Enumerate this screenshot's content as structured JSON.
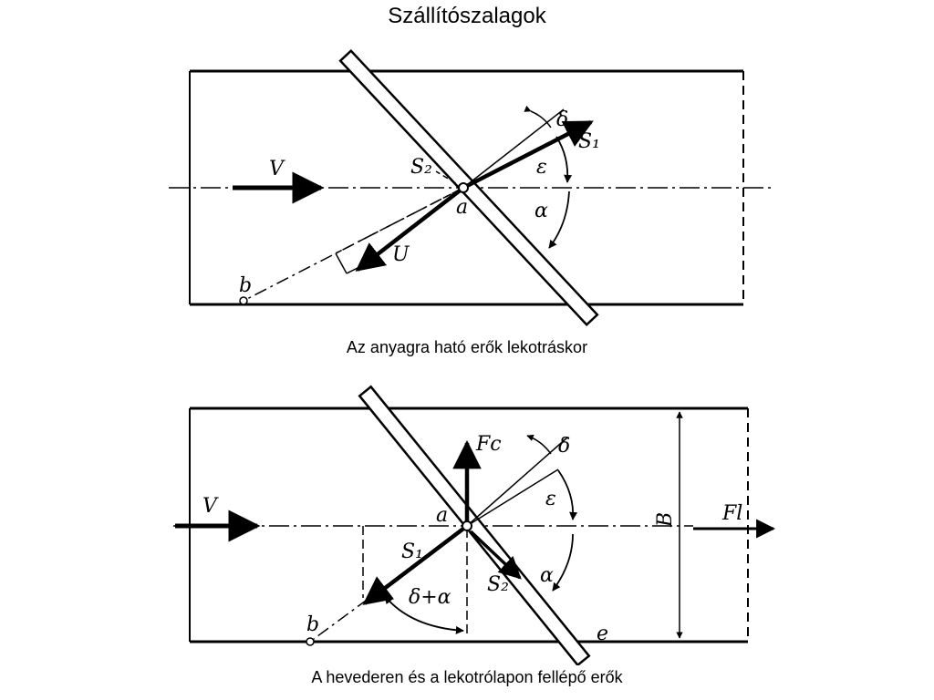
{
  "title": "Szállítószalagok",
  "diagram1": {
    "caption": "Az anyagra ható erők lekotráskor",
    "labels": {
      "v": "V",
      "s2": "S₂",
      "s1": "S₁",
      "delta": "δ",
      "epsilon": "ε",
      "alpha": "α",
      "a": "a",
      "u": "U",
      "b": "b"
    }
  },
  "diagram2": {
    "caption": "A hevederen és a lekotrólapon fellépő erők",
    "labels": {
      "v": "V",
      "fc": "Fc",
      "delta": "δ",
      "epsilon": "ε",
      "alpha": "α",
      "a": "a",
      "s1": "S₁",
      "s2": "S₂",
      "delta_alpha": "δ+α",
      "b": "b",
      "e": "e",
      "B": "B",
      "fl": "Fl"
    }
  }
}
